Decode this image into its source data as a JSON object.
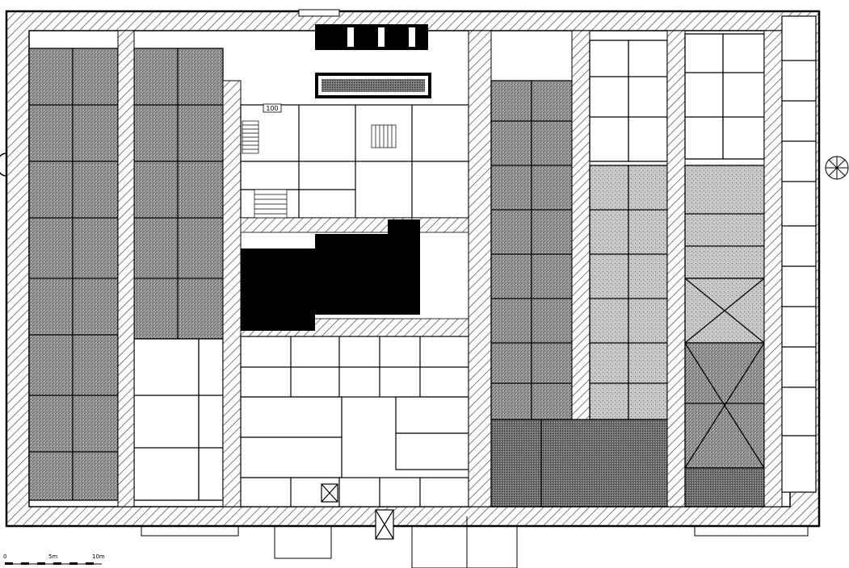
{
  "scale_bar": {
    "labels": [
      "0",
      "5m",
      "10m"
    ]
  },
  "room_tag": "100",
  "colors": {
    "wall": "#000000",
    "room_fill_dark": "#8c8c8c",
    "room_fill_mid": "#b4b4b4",
    "room_fill_light": "#f5f5f5",
    "hatch": "#3a3a3a",
    "void": "#000000"
  },
  "icons": [
    "room-tag-icon",
    "spiral-stair-icon",
    "door-swing-icon",
    "north-arrow-icon"
  ]
}
